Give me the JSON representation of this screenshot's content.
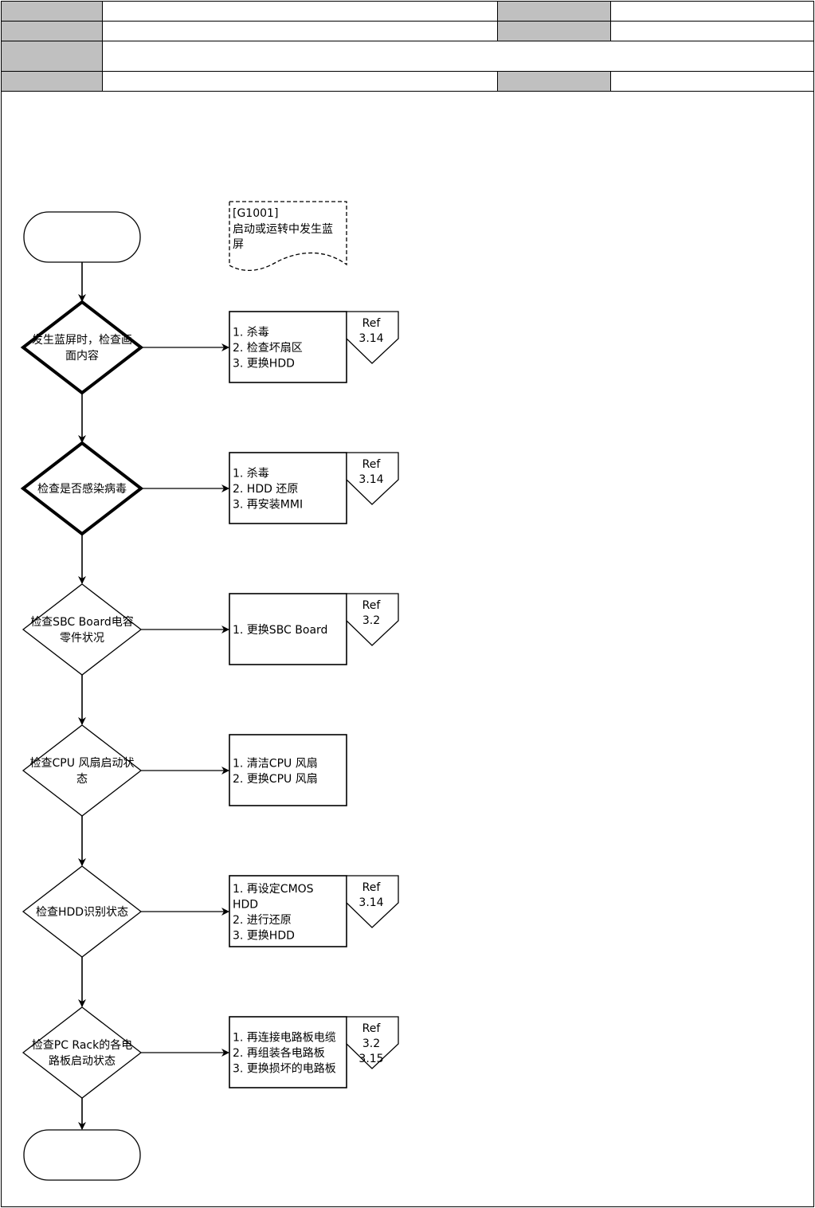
{
  "note": {
    "code": "[G1001]",
    "line1": "启动或运转中发生蓝",
    "line2": "屏"
  },
  "steps": [
    {
      "lines": [
        "发生蓝屏时，检查画",
        "面内容"
      ],
      "actions": [
        "1. 杀毒",
        "2. 检查坏扇区",
        "3. 更换HDD"
      ],
      "ref": [
        "Ref",
        "3.14"
      ]
    },
    {
      "lines": [
        "检查是否感染病毒"
      ],
      "actions": [
        "1. 杀毒",
        "2. HDD 还原",
        "3. 再安装MMI"
      ],
      "ref": [
        "Ref",
        "3.14"
      ]
    },
    {
      "lines": [
        "检查SBC Board电容",
        "零件状况"
      ],
      "actions": [
        "1. 更换SBC Board"
      ],
      "ref": [
        "Ref",
        "3.2"
      ]
    },
    {
      "lines": [
        "检查CPU 风扇启动状",
        "态"
      ],
      "actions": [
        "1. 清洁CPU 风扇",
        "2. 更换CPU 风扇"
      ],
      "ref": []
    },
    {
      "lines": [
        "检查HDD识别状态"
      ],
      "actions": [
        "1. 再设定CMOS",
        "HDD",
        "2. 进行还原",
        "3. 更换HDD"
      ],
      "ref": [
        "Ref",
        "3.14"
      ]
    },
    {
      "lines": [
        "检查PC Rack的各电",
        "路板启动状态"
      ],
      "actions": [
        "1. 再连接电路板电缆",
        "2. 再组装各电路板",
        "3. 更换损坏的电路板"
      ],
      "ref": [
        "Ref",
        "3.2",
        "3.15"
      ]
    }
  ]
}
